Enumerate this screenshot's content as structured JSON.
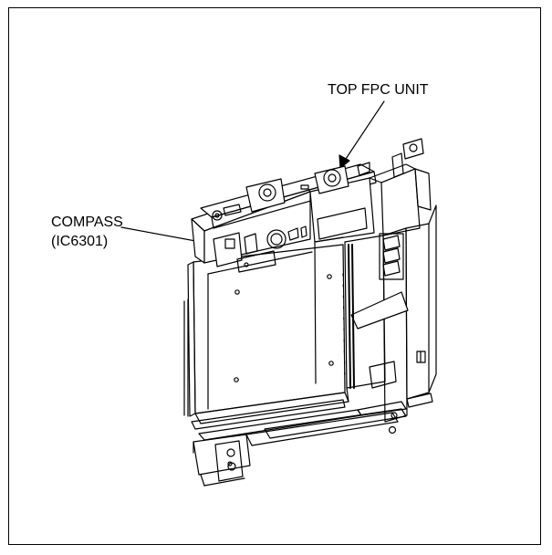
{
  "labels": {
    "top_fpc": "TOP FPC UNIT",
    "compass_line1": "COMPASS",
    "compass_line2": "(IC6301)"
  }
}
